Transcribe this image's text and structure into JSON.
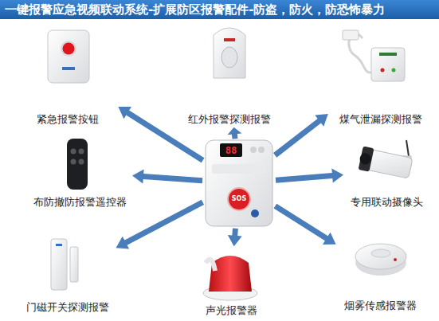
{
  "diagram": {
    "title": "一键报警应急视频联动系统-扩展防区报警配件-防盗，防火，防恐怖暴力",
    "nodes": [
      {
        "text": [
          "紧急报警按钮"
        ]
      },
      {
        "text": [
          "红外报警探测报警"
        ]
      },
      {
        "text": [
          "煤气泄漏探测报警"
        ]
      },
      {
        "text": [
          "布防撤防报警遥控器"
        ]
      },
      {
        "text": [
          "SOS"
        ]
      },
      {
        "text": [
          "专用联动摄像头"
        ]
      },
      {
        "text": [
          "门磁开关探测报警"
        ]
      },
      {
        "text": [
          "声光报警器"
        ]
      },
      {
        "text": [
          "烟雾传感报警器"
        ]
      }
    ],
    "edges": [
      {
        "from": 4,
        "to": 0,
        "arrow": "to"
      },
      {
        "from": 4,
        "to": 1,
        "arrow": "to"
      },
      {
        "from": 4,
        "to": 2,
        "arrow": "to"
      },
      {
        "from": 4,
        "to": 3,
        "arrow": "to"
      },
      {
        "from": 4,
        "to": 5,
        "arrow": "to"
      },
      {
        "from": 4,
        "to": 6,
        "arrow": "to"
      },
      {
        "from": 4,
        "to": 7,
        "arrow": "to"
      },
      {
        "from": 4,
        "to": 8,
        "arrow": "to"
      }
    ],
    "labels": [
      "88"
    ]
  }
}
